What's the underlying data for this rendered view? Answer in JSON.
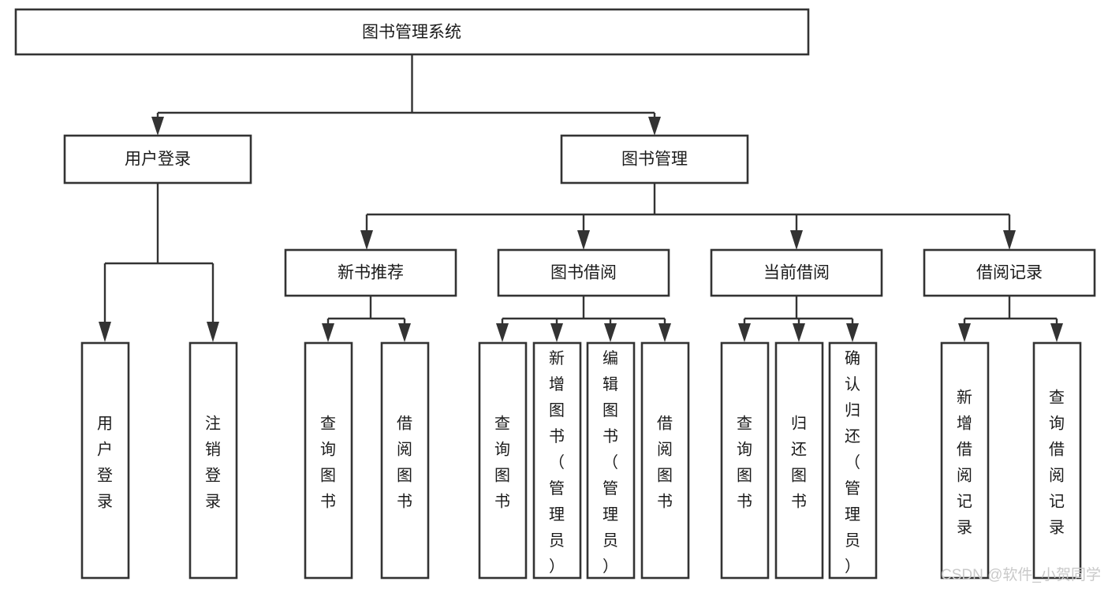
{
  "diagram": {
    "title": "图书管理系统",
    "type": "tree-hierarchy-diagram",
    "colors": {
      "box_stroke": "#333333",
      "box_fill": "#ffffff",
      "text": "#1b1b1b",
      "connector": "#333333",
      "watermark": "#c9c9c9"
    },
    "nodes": {
      "root": {
        "label": "图书管理系统",
        "orientation": "horizontal"
      },
      "level2": [
        {
          "id": "user-login",
          "label": "用户登录",
          "orientation": "horizontal"
        },
        {
          "id": "book-manage",
          "label": "图书管理",
          "orientation": "horizontal"
        }
      ],
      "level3": [
        {
          "id": "new-book-recommend",
          "label": "新书推荐",
          "orientation": "horizontal"
        },
        {
          "id": "book-borrow",
          "label": "图书借阅",
          "orientation": "horizontal"
        },
        {
          "id": "current-borrow",
          "label": "当前借阅",
          "orientation": "horizontal"
        },
        {
          "id": "borrow-record",
          "label": "借阅记录",
          "orientation": "horizontal"
        }
      ],
      "leaves": {
        "user-login": [
          {
            "id": "leaf-user-login",
            "label": "用户登录",
            "orientation": "vertical"
          },
          {
            "id": "leaf-user-logout",
            "label": "注销登录",
            "orientation": "vertical"
          }
        ],
        "new-book-recommend": [
          {
            "id": "leaf-query-book-1",
            "label": "查询图书",
            "orientation": "vertical"
          },
          {
            "id": "leaf-borrow-book-1",
            "label": "借阅图书",
            "orientation": "vertical"
          }
        ],
        "book-borrow": [
          {
            "id": "leaf-query-book-2",
            "label": "查询图书",
            "orientation": "vertical"
          },
          {
            "id": "leaf-add-book",
            "label": "新增图书（管理员）",
            "orientation": "vertical"
          },
          {
            "id": "leaf-edit-book",
            "label": "编辑图书（管理员）",
            "orientation": "vertical"
          },
          {
            "id": "leaf-borrow-book-2",
            "label": "借阅图书",
            "orientation": "vertical"
          }
        ],
        "current-borrow": [
          {
            "id": "leaf-query-book-3",
            "label": "查询图书",
            "orientation": "vertical"
          },
          {
            "id": "leaf-return-book",
            "label": "归还图书",
            "orientation": "vertical"
          },
          {
            "id": "leaf-confirm-return",
            "label": "确认归还（管理员）",
            "orientation": "vertical"
          }
        ],
        "borrow-record": [
          {
            "id": "leaf-add-record",
            "label": "新增借阅记录",
            "orientation": "vertical"
          },
          {
            "id": "leaf-query-record",
            "label": "查询借阅记录",
            "orientation": "vertical"
          }
        ]
      }
    },
    "watermark": "CSDN @软件_小贺同学"
  }
}
